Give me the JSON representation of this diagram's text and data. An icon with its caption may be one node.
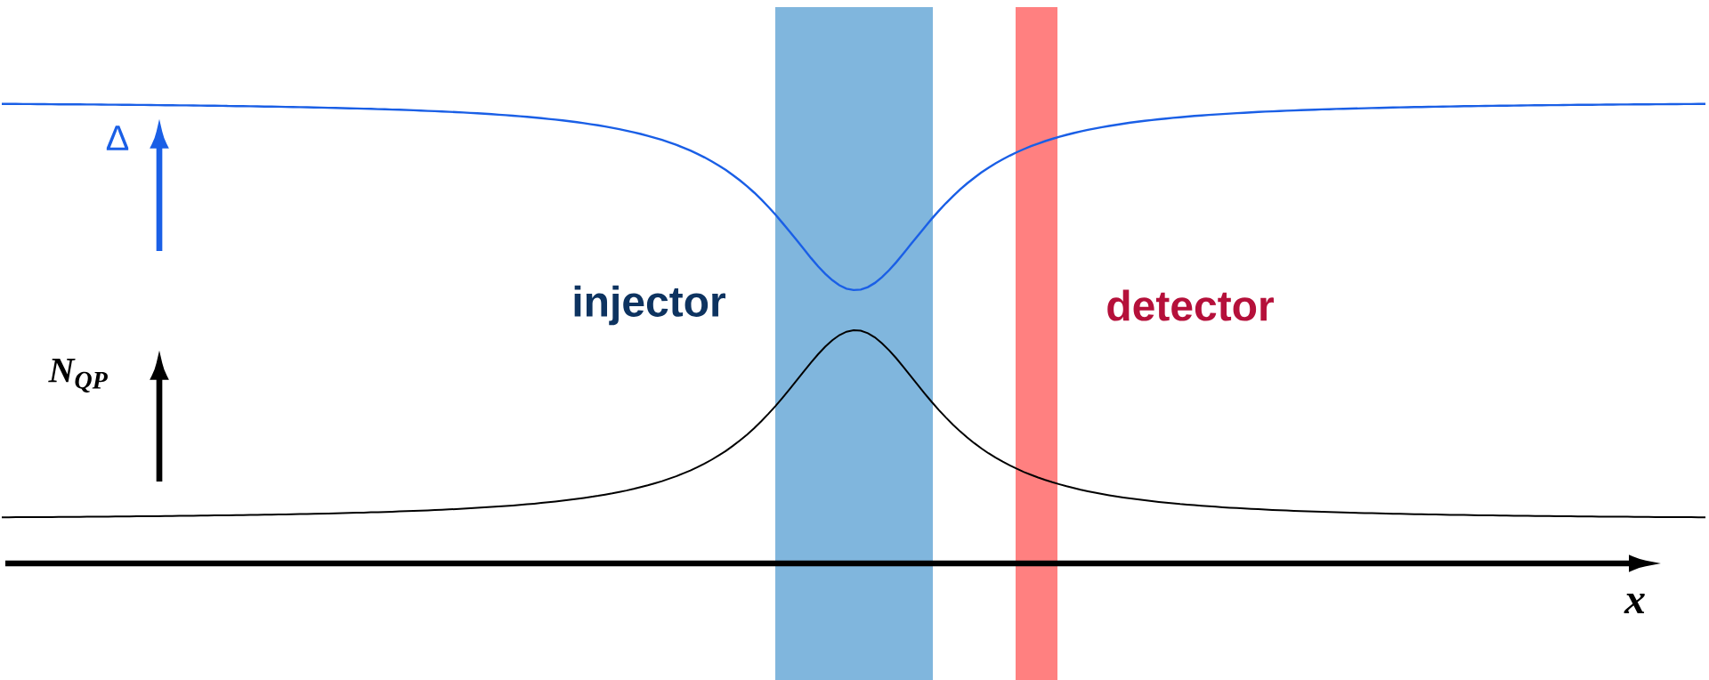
{
  "diagram": {
    "nodes": [
      {
        "text": [],
        "shape": "bar",
        "beside": [
          "injector"
        ]
      },
      {
        "text": [],
        "shape": "bar",
        "beside": [
          "detector"
        ]
      }
    ],
    "labels": [
      "Δ",
      "N$_{QP}$",
      "x"
    ]
  }
}
